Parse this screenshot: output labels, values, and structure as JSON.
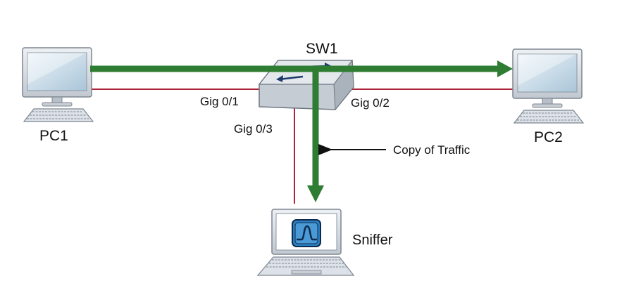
{
  "labels": {
    "switch": "SW1",
    "pc1": "PC1",
    "pc2": "PC2",
    "sniffer": "Sniffer",
    "port_pc1": "Gig 0/1",
    "port_pc2": "Gig 0/2",
    "port_sniffer": "Gig 0/3",
    "annotation": "Copy of Traffic"
  },
  "colors": {
    "traffic": "#2e7d32",
    "cable": "#b0243a",
    "device_body": "#d4d9e0",
    "screen": "#c7dbe8"
  },
  "icons": {
    "pc1": "desktop-computer-icon",
    "pc2": "desktop-computer-icon",
    "switch": "network-switch-icon",
    "sniffer": "laptop-icon",
    "sniffer_app": "waveform-icon"
  }
}
